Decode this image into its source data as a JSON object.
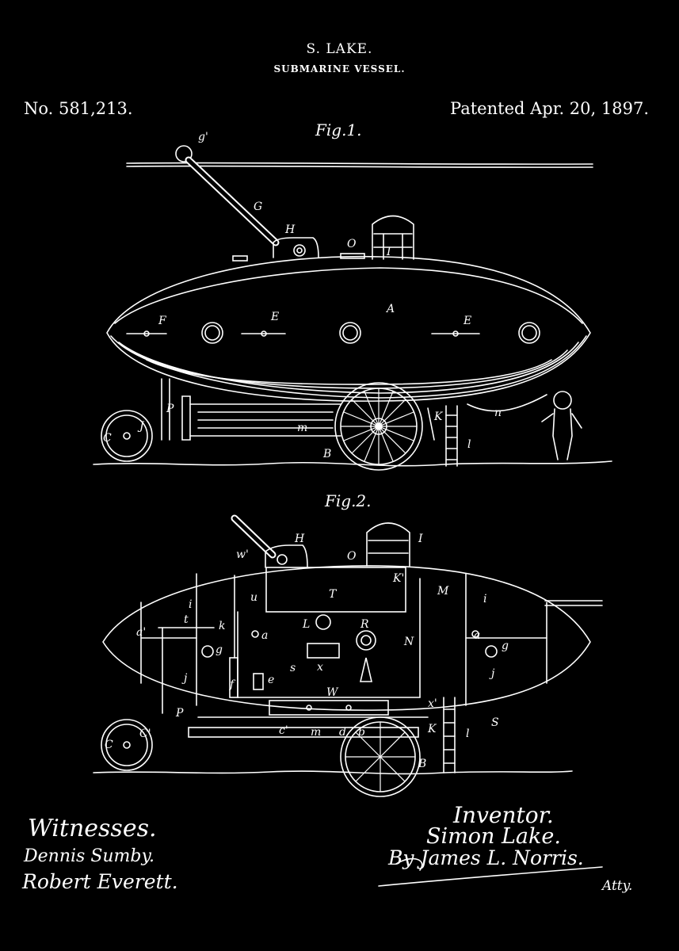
{
  "header": {
    "inventor_name": "S. LAKE.",
    "title": "SUBMARINE VESSEL.",
    "patent_number": "No. 581,213.",
    "patent_date": "Patented Apr. 20, 1897."
  },
  "figures": {
    "fig1": "Fig.1.",
    "fig2": "Fig.2."
  },
  "fig1_labels": {
    "g": "g'",
    "G": "G",
    "H": "H",
    "O": "O",
    "I": "I",
    "A": "A",
    "F": "F",
    "E1": "E",
    "E2": "E",
    "P": "P",
    "J": "J",
    "C": "C",
    "m": "m",
    "B": "B",
    "K": "K",
    "l": "l",
    "n": "n"
  },
  "fig2_labels": {
    "H": "H",
    "I": "I",
    "O": "O",
    "w": "w'",
    "u": "u",
    "T": "T",
    "K": "K'",
    "M": "M",
    "i1": "i",
    "i2": "i",
    "t": "t",
    "k": "k",
    "a1": "a'",
    "a2": "a",
    "a3": "a",
    "g1": "g",
    "g2": "g",
    "L": "L",
    "R": "R",
    "N": "N",
    "j1": "j",
    "j2": "j",
    "f": "f",
    "e": "e",
    "s": "s",
    "x": "x",
    "W": "W",
    "P": "P",
    "C": "C",
    "C2": "C'",
    "c": "c'",
    "m": "m",
    "d": "d",
    "b": "b",
    "B": "B",
    "S": "S",
    "l": "l",
    "K2": "K",
    "x2": "x'"
  },
  "signatures": {
    "witnesses_heading": "Witnesses.",
    "witness1": "Dennis Sumby.",
    "witness2": "Robert Everett.",
    "inventor_heading": "Inventor.",
    "inventor": "Simon Lake.",
    "attorney": "By James L. Norris.",
    "atty": "Atty."
  }
}
